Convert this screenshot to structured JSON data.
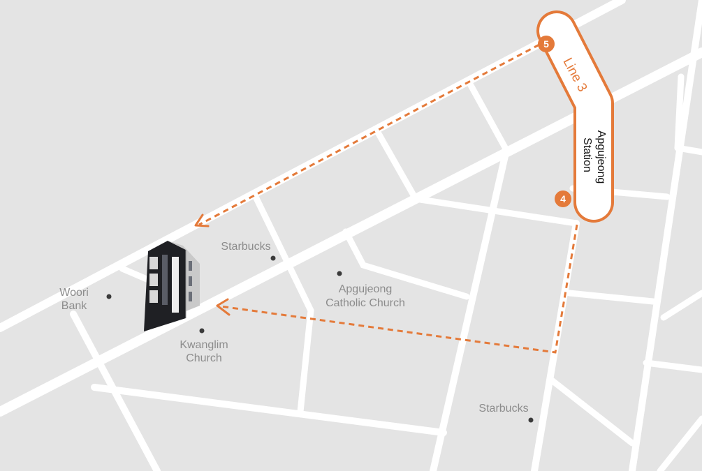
{
  "metro": {
    "line_label": "Line 3",
    "station_line1": "Apgujeong",
    "station_line2": "Station",
    "exit_top": "5",
    "exit_bottom": "4",
    "color": "#e47a3a"
  },
  "pois": [
    {
      "line1": "Woori",
      "line2": "Bank"
    },
    {
      "line1": "Starbucks"
    },
    {
      "line1": "Apgujeong",
      "line2": "Catholic Church"
    },
    {
      "line1": "Kwanglim",
      "line2": "Church"
    },
    {
      "line1": "Starbucks"
    }
  ],
  "colors": {
    "background": "#e4e4e4",
    "road": "#ffffff",
    "route": "#e47a3a",
    "poi_text": "#8c8c8c"
  }
}
